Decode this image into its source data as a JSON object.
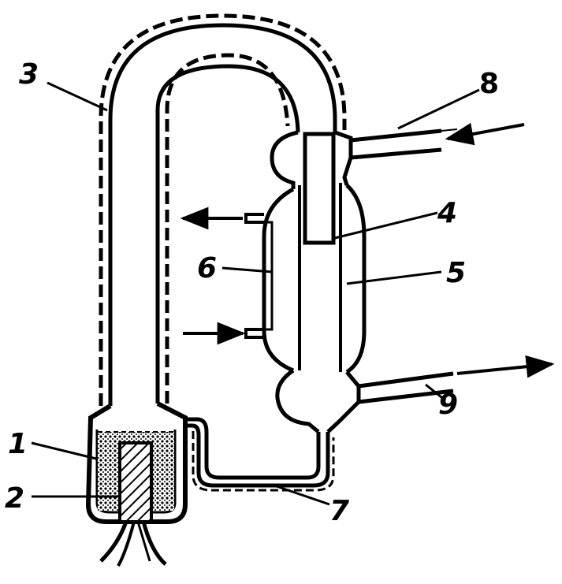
{
  "diagram": {
    "labels": {
      "l1": "1",
      "l2": "2",
      "l3": "3",
      "l4": "4",
      "l5": "5",
      "l6": "6",
      "l7": "7",
      "l8": "8",
      "l9": "9"
    },
    "colors": {
      "ink": "#000000",
      "paper": "#ffffff"
    }
  }
}
